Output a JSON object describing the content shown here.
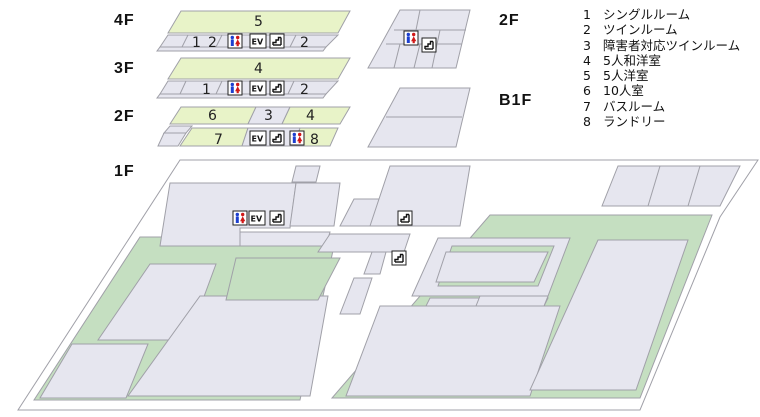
{
  "floors": {
    "f4": "4F",
    "f3": "3F",
    "f2": "2F",
    "f1": "1F",
    "f2_annex": "2F",
    "b1_annex": "B1F"
  },
  "rooms": {
    "f4_top": "5",
    "f4_r1": "1",
    "f4_r2": "2",
    "f4_r3": "2",
    "f3_top": "4",
    "f3_r1": "1",
    "f3_r2": "2",
    "f2_r6": "6",
    "f2_r3": "3",
    "f2_r4": "4",
    "f2_r7": "7",
    "f2_r8": "8"
  },
  "icons": {
    "elevator_text": "EV"
  },
  "legend": [
    {
      "num": "1",
      "label": "シングルルーム"
    },
    {
      "num": "2",
      "label": "ツインルーム"
    },
    {
      "num": "3",
      "label": "障害者対応ツインルーム"
    },
    {
      "num": "4",
      "label": "5人和洋室"
    },
    {
      "num": "5",
      "label": "5人洋室"
    },
    {
      "num": "6",
      "label": "10人室"
    },
    {
      "num": "7",
      "label": "バスルーム"
    },
    {
      "num": "8",
      "label": "ランドリー"
    }
  ],
  "colors": {
    "room": "#e6e6ef",
    "room_green": "#e8f3c8",
    "garden": "#c5dfc1",
    "outline": "#a0a0a8",
    "restroom_male": "#1c3fcf",
    "restroom_female": "#d01818"
  }
}
